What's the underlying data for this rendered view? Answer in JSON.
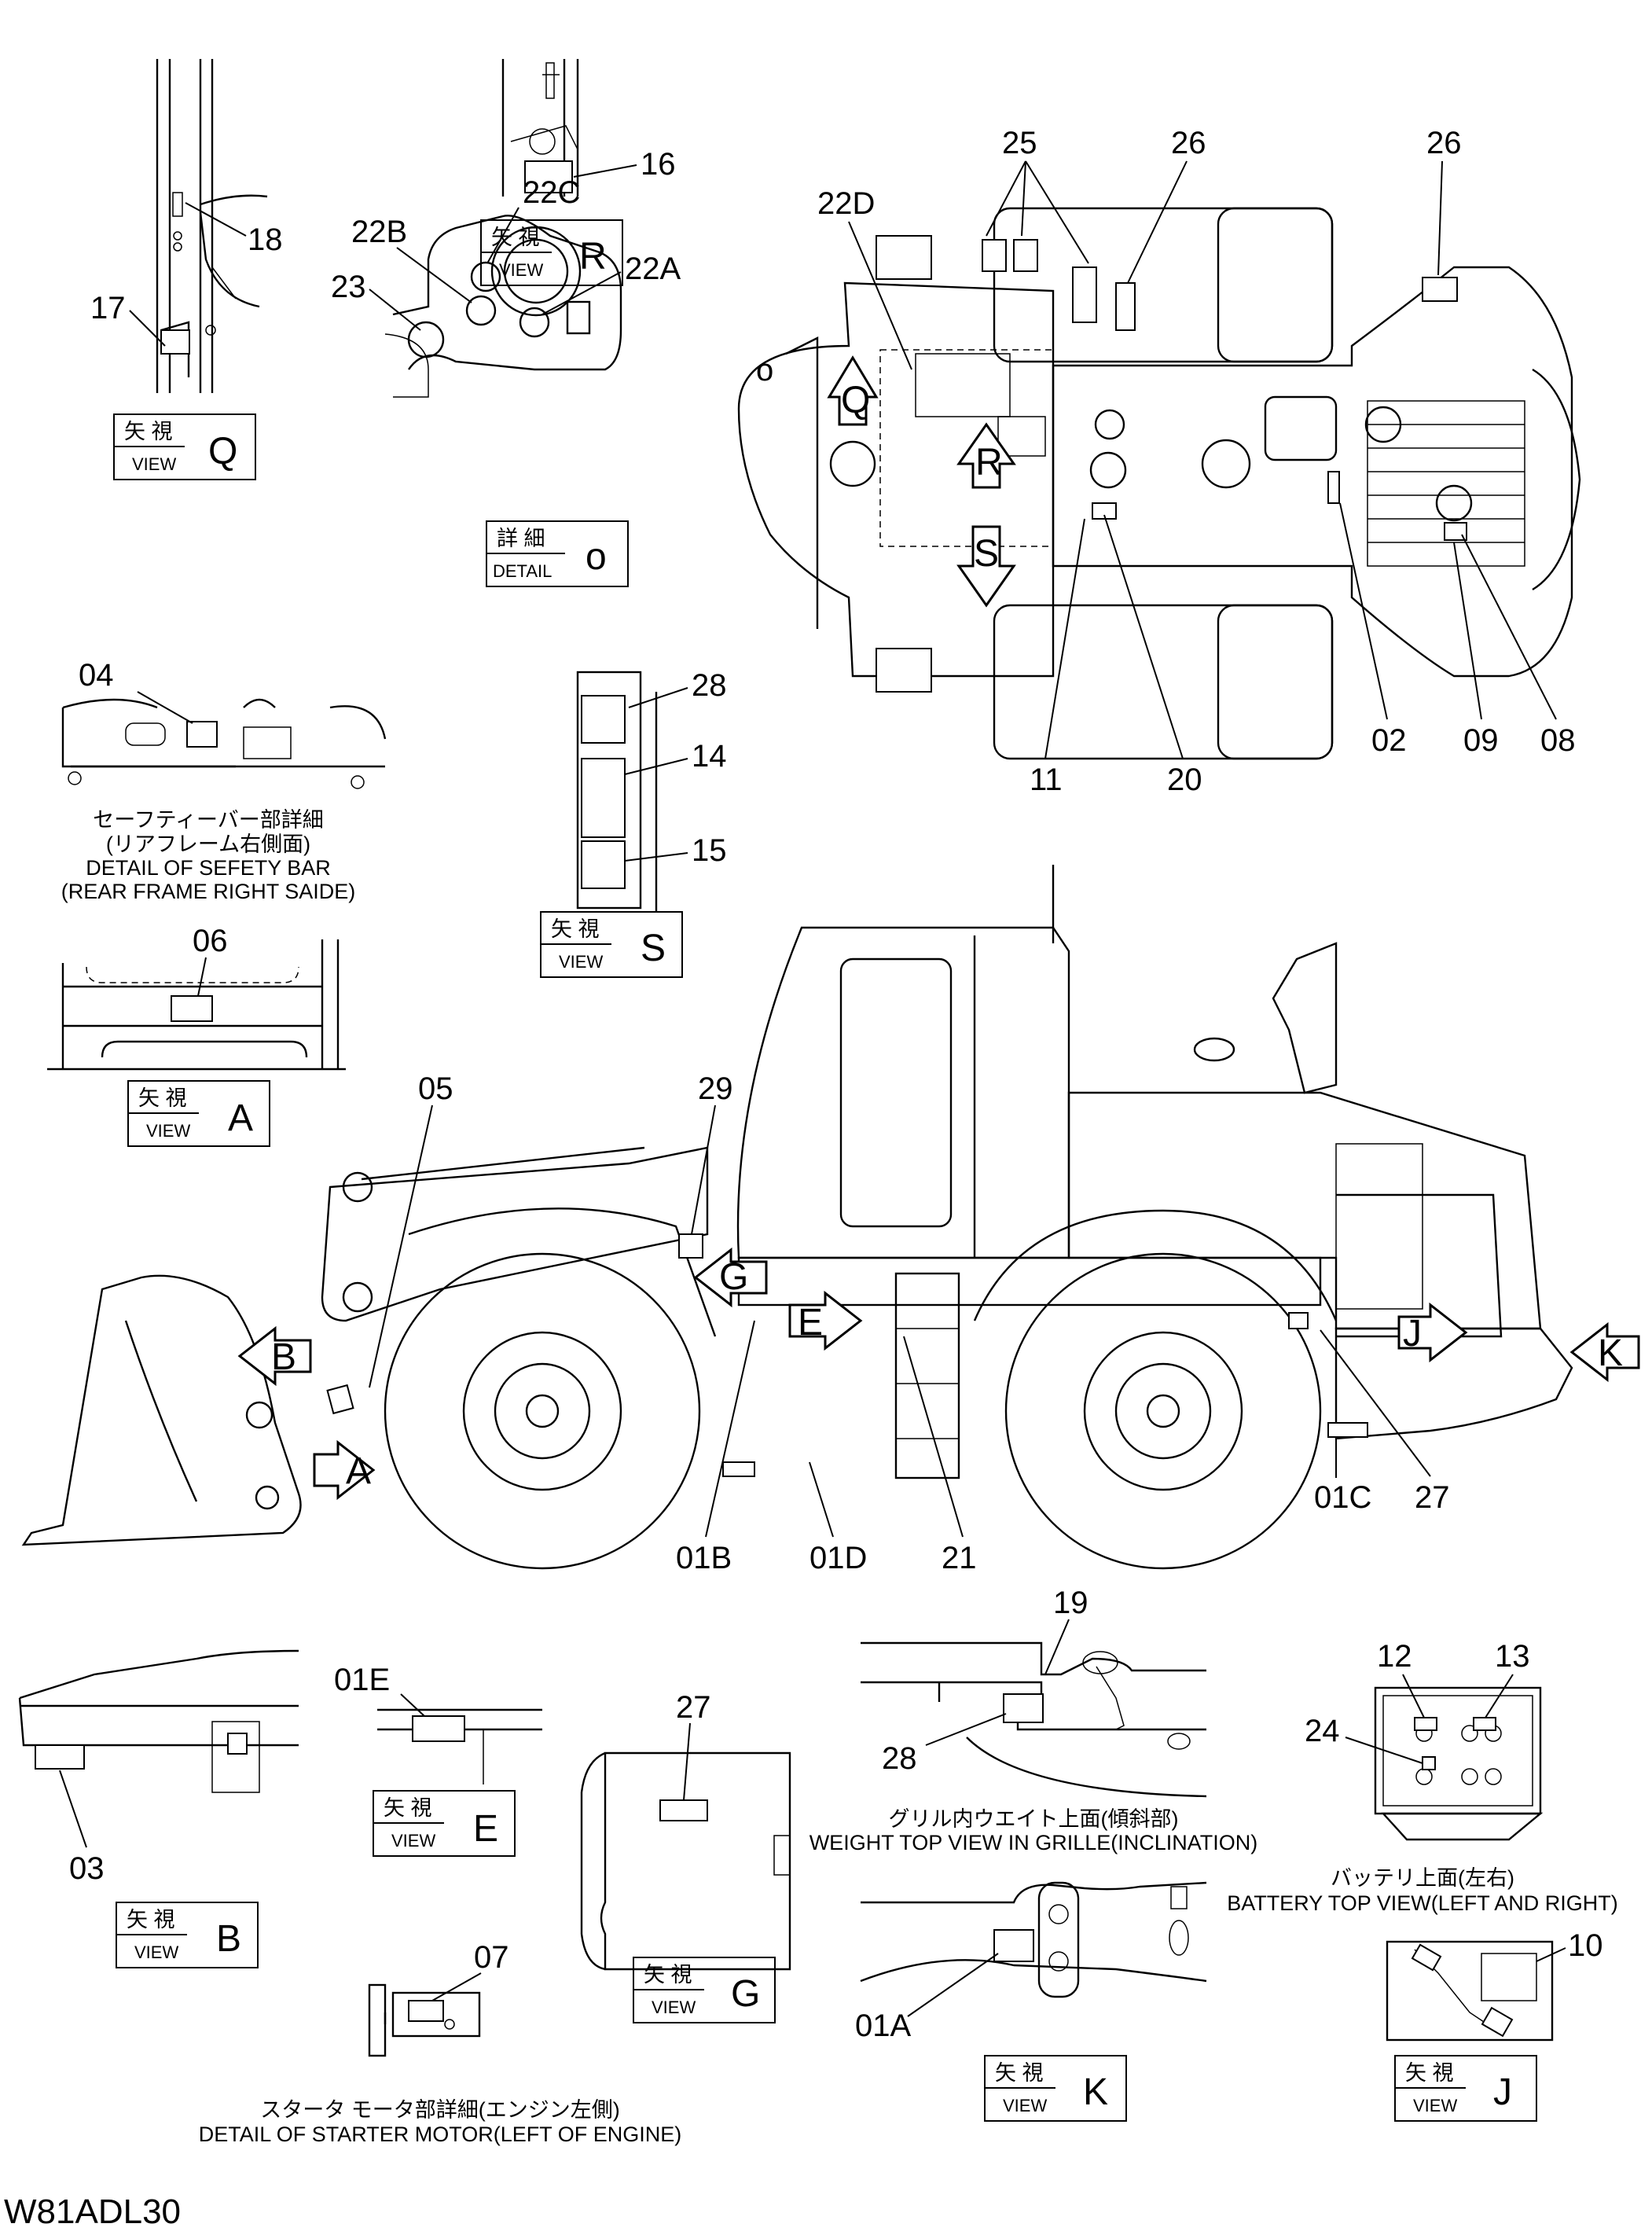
{
  "drawing_code": "W81ADL30",
  "callouts": {
    "c01A": "01A",
    "c01B": "01B",
    "c01C": "01C",
    "c01D": "01D",
    "c01E": "01E",
    "c02": "02",
    "c03": "03",
    "c04": "04",
    "c05": "05",
    "c06": "06",
    "c07": "07",
    "c08": "08",
    "c09": "09",
    "c10": "10",
    "c11": "11",
    "c12": "12",
    "c13": "13",
    "c14": "14",
    "c15": "15",
    "c16": "16",
    "c17": "17",
    "c18": "18",
    "c19": "19",
    "c20": "20",
    "c21": "21",
    "c22A": "22A",
    "c22B": "22B",
    "c22C": "22C",
    "c22D": "22D",
    "c23": "23",
    "c24": "24",
    "c25": "25",
    "c26": "26",
    "c26b": "26",
    "c27": "27",
    "c27b": "27",
    "c28": "28",
    "c28b": "28",
    "c29": "29"
  },
  "view_boxes": {
    "view_jp": "矢 視",
    "view_en": "VIEW",
    "detail_jp": "詳 細",
    "detail_en": "DETAIL",
    "Q": "Q",
    "R": "R",
    "S": "S",
    "A": "A",
    "B": "B",
    "E": "E",
    "G": "G",
    "K": "K",
    "J": "J",
    "o": "o"
  },
  "direction_arrows": {
    "A": "A",
    "B": "B",
    "E": "E",
    "G": "G",
    "J": "J",
    "K": "K",
    "Q": "Q",
    "R": "R",
    "S": "S",
    "o": "o"
  },
  "captions": {
    "safety_bar_jp": "セーフティーバー部詳細",
    "safety_bar_jp2": "(リアフレーム右側面)",
    "safety_bar_en": "DETAIL OF SEFETY BAR",
    "safety_bar_en2": "(REAR FRAME RIGHT SAIDE)",
    "weight_jp": "グリル内ウエイト上面(傾斜部)",
    "weight_en": "WEIGHT TOP VIEW IN GRILLE(INCLINATION)",
    "battery_jp": "バッテリ上面(左右)",
    "battery_en": "BATTERY TOP VIEW(LEFT AND RIGHT)",
    "starter_jp": "スタータ モータ部詳細(エンジン左側)",
    "starter_en": "DETAIL OF STARTER MOTOR(LEFT OF ENGINE)"
  }
}
